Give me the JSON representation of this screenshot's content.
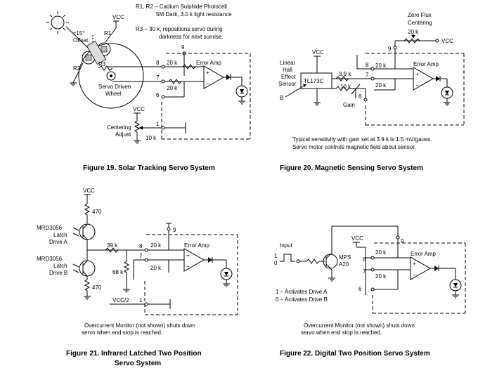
{
  "captions": {
    "fig19": "Figure 19. Solar Tracking Servo System",
    "fig20": "Figure 20. Magnetic Sensing Servo System",
    "fig21_line1": "Figure 21. Infrared Latched Two Position",
    "fig21_line2": "Servo System",
    "fig22": "Figure 22. Digital Two Position Servo System"
  },
  "fig19": {
    "note_r1r2_line1": "R1, R2 – Cadium Sulphide Photocell",
    "note_r1r2_line2": "5M Dark, 3.0 k light resistance",
    "note_r3_line1": "R3 – 30 k, repositions servo during",
    "note_r3_line2": "darkness for next sunrise.",
    "offset_line1": "≈15°",
    "offset_line2": "Offset",
    "r1": "R1",
    "r2": "R2",
    "r3": "R3",
    "wheel_line1": "Servo Driven",
    "wheel_line2": "Wheel",
    "vcc": "VCC",
    "vcc2": "VCC",
    "centering_line1": "Centering",
    "centering_line2": "Adjust",
    "pot": "10 k",
    "res1": "20 k",
    "res2": "20 k",
    "amp": "Error Amp",
    "pin9": "9",
    "pin8": "8",
    "pin7": "7",
    "pin6": "6",
    "pin1": "1"
  },
  "fig20": {
    "zero_flux_line1": "Zero Flux",
    "zero_flux_line2": "Centering",
    "pot_top": "20 k",
    "vcc_right": "VCC",
    "vcc": "VCC",
    "sensor_line1": "Linear",
    "sensor_line2": "Hall",
    "sensor_line3": "Effect",
    "sensor_line4": "Sensor",
    "sensor_chip": "TL173C",
    "b": "B",
    "r_39": "3.9 k",
    "r_10": "10 k",
    "gain": "Gain",
    "res1": "20 k",
    "res2": "20 k",
    "amp": "Error Amp",
    "pin9": "9",
    "pin8": "8",
    "pin7": "7",
    "pin6": "6",
    "note_line1": "Typical sensitivity with gain set at 3.9 k is 1.5 mV/gauss.",
    "note_line2": "Servo motor controls magnetic field about sensor."
  },
  "fig21": {
    "vcc": "VCC",
    "r470a": "470",
    "r470b": "470",
    "latch_a_line1": "MRD3056",
    "latch_a_line2": "Latch",
    "latch_a_line3": "Drive A",
    "latch_b_line1": "MRD3056",
    "latch_b_line2": "Latch",
    "latch_b_line3": "Drive B",
    "r39": "39 k",
    "r68": "68 k",
    "res1": "20 k",
    "res2": "20 k",
    "amp": "Error Amp",
    "vcc_half": "VCC/2",
    "pin9": "9",
    "pin8": "8",
    "pin7": "7",
    "pin1": "1",
    "note_line1": "Overcurrent Monitor (not shown) shuts down",
    "note_line2": "servo when end stop is reached."
  },
  "fig22": {
    "input": "Input",
    "in1": "1",
    "in0": "0",
    "transistor_line1": "MPS",
    "transistor_line2": "A20",
    "vcc": "VCC",
    "res1": "20 k",
    "res2": "20 k",
    "amp": "Error Amp",
    "pin9": "9",
    "pin8": "8",
    "pin7": "7",
    "pin6": "6",
    "legend1": "1 – Activates Drive A",
    "legend0": "0 – Activates Drive B",
    "note_line1": "Overcurrent Monitor (not shown) shuts down",
    "note_line2": "servo when end stop is reached."
  }
}
